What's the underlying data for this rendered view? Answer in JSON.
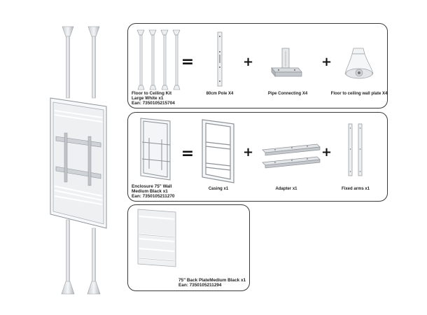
{
  "kit_panel": {
    "name_line1": "Floor to Ceiling Kit",
    "name_line2": "Large White x1",
    "ean": "Ean: 7350105215704",
    "operator_equals": "=",
    "operator_plus": "+",
    "parts": [
      {
        "label": "80cm Pole X4",
        "icon": "pole-icon"
      },
      {
        "label": "Pipe Connecting X4",
        "icon": "pipe-connector-icon"
      },
      {
        "label": "Floor to ceiling wall plate X4",
        "icon": "wall-plate-icon"
      }
    ]
  },
  "enclosure_panel": {
    "name_line1": "Enclosure 75\" Wall",
    "name_line2": "Medium Black x1",
    "ean": "Ean: 7350105211270",
    "operator_equals": "=",
    "operator_plus": "+",
    "parts": [
      {
        "label": "Casing x1",
        "icon": "casing-frame-icon"
      },
      {
        "label": "Adapter x1",
        "icon": "adapter-rails-icon"
      },
      {
        "label": "Fixed arms x1",
        "icon": "fixed-arms-icon"
      }
    ]
  },
  "backplate_panel": {
    "name_line1": "75\" Back PlateMedium Black x1",
    "ean": "Ean: 7350105211294",
    "icon": "back-plate-icon"
  },
  "assembled_product": {
    "icon": "floor-to-ceiling-enclosure-assembly-icon"
  },
  "colors": {
    "border": "#3a3a3a",
    "metal_light": "#e4e6e8",
    "metal_mid": "#bfc3c7",
    "metal_dark": "#8c9196"
  }
}
